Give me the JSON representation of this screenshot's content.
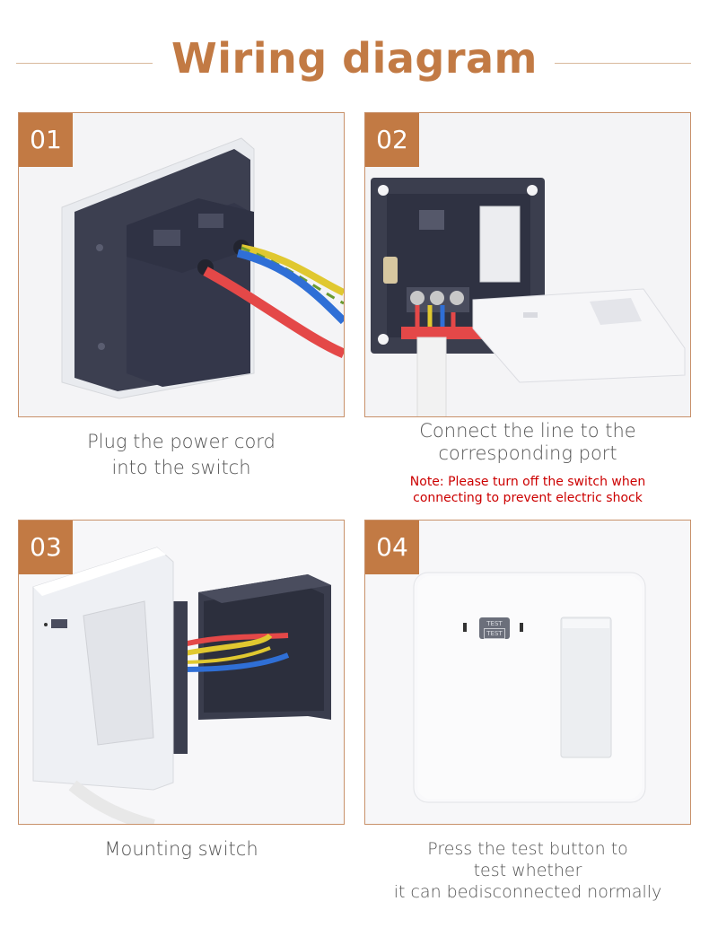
{
  "header": {
    "title": "Wiring diagram"
  },
  "colors": {
    "accent": "#c27a44",
    "note": "#cc0000",
    "caption": "#555555"
  },
  "steps": [
    {
      "number": "01",
      "caption_lines": [
        "Plug the power cord",
        "into the switch"
      ]
    },
    {
      "number": "02",
      "caption_lines": [
        "Connect the line to the",
        "corresponding port"
      ],
      "note_lines": [
        "Note: Please turn off the switch when",
        "connecting to prevent electric shock"
      ]
    },
    {
      "number": "03",
      "caption_lines": [
        "Mounting switch"
      ]
    },
    {
      "number": "04",
      "caption_lines": [
        "Press the test button to",
        "test whether",
        "it can bedisconnected normally"
      ],
      "test_button_label": [
        "TEST",
        "TEST"
      ]
    }
  ]
}
